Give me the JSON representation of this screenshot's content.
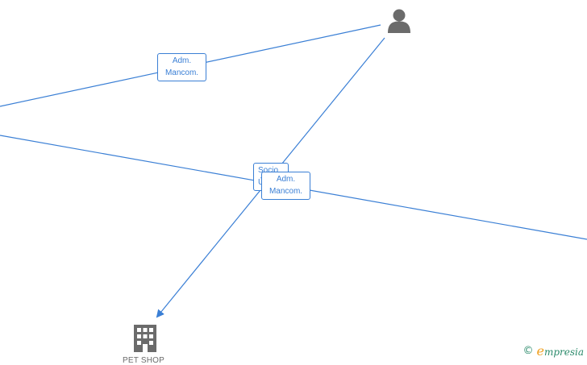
{
  "diagram": {
    "nodes": [
      {
        "id": "person",
        "type": "person",
        "icon": "person-icon",
        "label": ""
      },
      {
        "id": "company",
        "type": "company",
        "icon": "building-icon",
        "label": "PET SHOP"
      }
    ],
    "edges": [
      {
        "id": "e1",
        "label_line1": "Adm.",
        "label_line2": "Mancom."
      },
      {
        "id": "e2",
        "label_line1": "Socio",
        "label_line2": "Ú."
      },
      {
        "id": "e3",
        "label_line1": "Adm.",
        "label_line2": "Mancom."
      }
    ]
  },
  "watermark": {
    "copyright_symbol": "©",
    "brand_initial": "e",
    "brand_rest": "mpresia"
  },
  "colors": {
    "edge": "#3a7fd5",
    "icon": "#6b6b6b",
    "brand": "#2a8a6a",
    "brand_accent": "#f0a020"
  }
}
